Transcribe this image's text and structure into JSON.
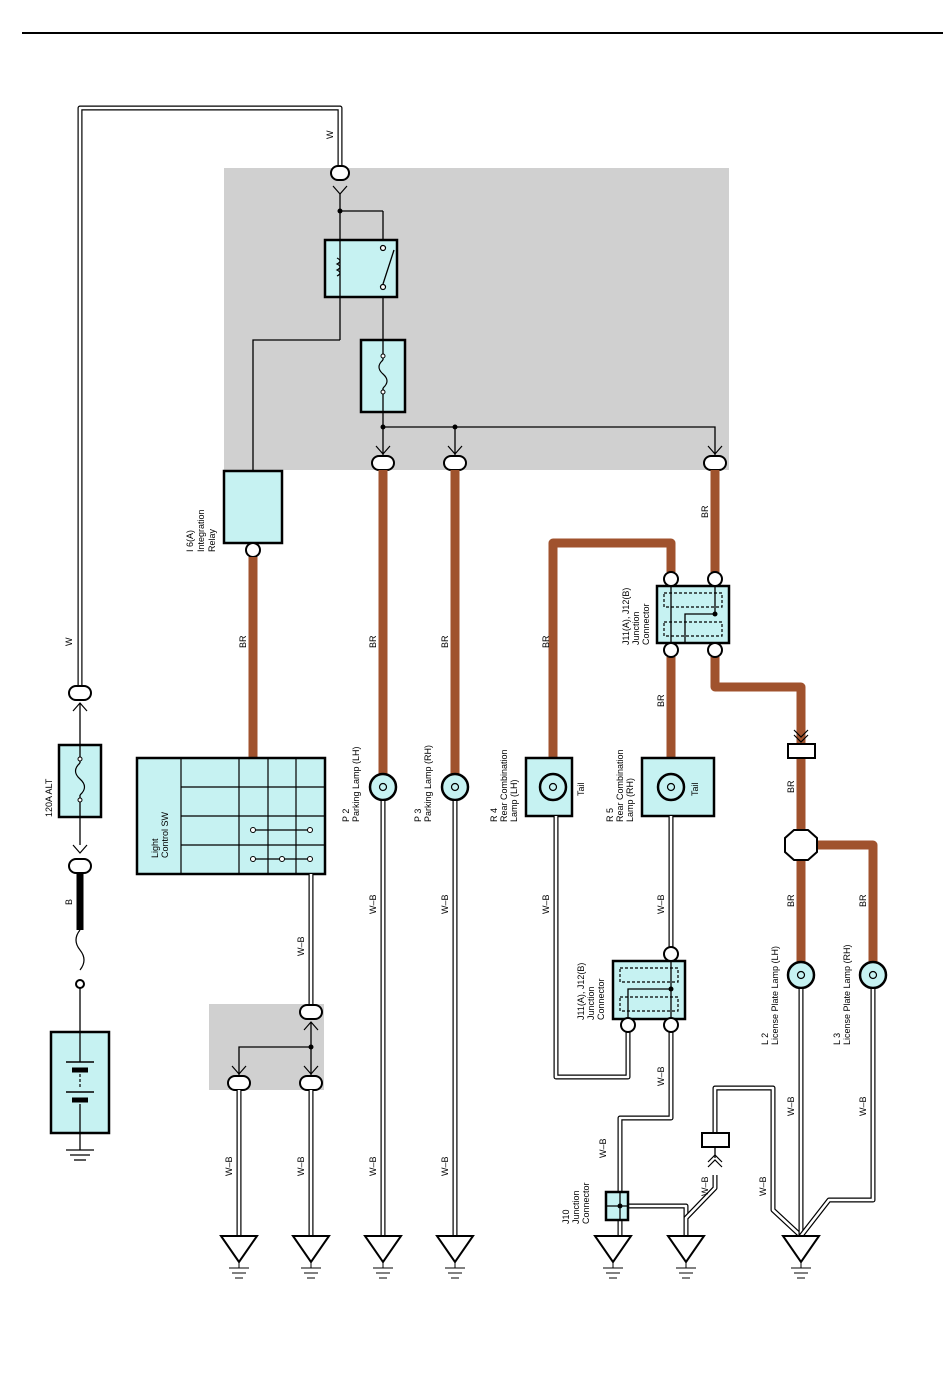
{
  "components": {
    "alt_fuse": "120A ALT",
    "integration_relay": [
      "I 6(A)",
      "Integration",
      "Relay"
    ],
    "light_control_sw": [
      "Light",
      "Control SW"
    ],
    "parking_lh": [
      "P 2",
      "Parking Lamp (LH)"
    ],
    "parking_rh": [
      "P 3",
      "Parking Lamp (RH)"
    ],
    "rear_comb_lh": [
      "R 4",
      "Rear Combination",
      "Lamp (LH)"
    ],
    "rear_comb_rh": [
      "R 5",
      "Rear Combination",
      "Lamp (RH)"
    ],
    "tail": "Tail",
    "junction_upper": [
      "J11(A), J12(B)",
      "Junction",
      "Connector"
    ],
    "junction_lower": [
      "J11(A), J12(B)",
      "Junction",
      "Connector"
    ],
    "junction_j10": [
      "J10",
      "Junction",
      "Connector"
    ],
    "license_lh": [
      "L 2",
      "License Plate Lamp (LH)"
    ],
    "license_rh": [
      "L 3",
      "License Plate Lamp (RH)"
    ]
  },
  "wire_colors": {
    "w": "W",
    "b": "B",
    "br": "BR",
    "wb": "W–B"
  },
  "colors": {
    "component_fill": "#c6f2f2",
    "gray_block": "#d0d0d0",
    "br_wire": "#a0522d"
  }
}
